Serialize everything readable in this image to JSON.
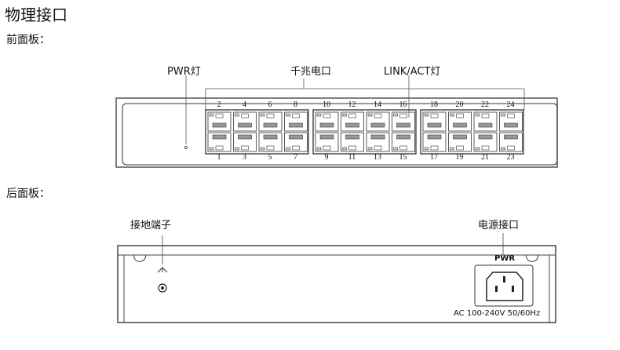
{
  "title": "物理接口",
  "front": {
    "heading": "前面板：",
    "pwr_led_label": "PWR灯",
    "ports_label": "千兆电口",
    "link_label": "LINK/ACT灯",
    "top_ports": [
      "2",
      "4",
      "6",
      "8",
      "10",
      "12",
      "14",
      "16",
      "18",
      "20",
      "22",
      "24"
    ],
    "bottom_ports": [
      "1",
      "3",
      "5",
      "7",
      "9",
      "11",
      "13",
      "15",
      "17",
      "19",
      "21",
      "23"
    ]
  },
  "back": {
    "heading": "后面板：",
    "ground_label": "接地端子",
    "power_label": "电源接口",
    "pwr_text": "PWR",
    "power_spec": "AC 100-240V 50/60Hz"
  }
}
